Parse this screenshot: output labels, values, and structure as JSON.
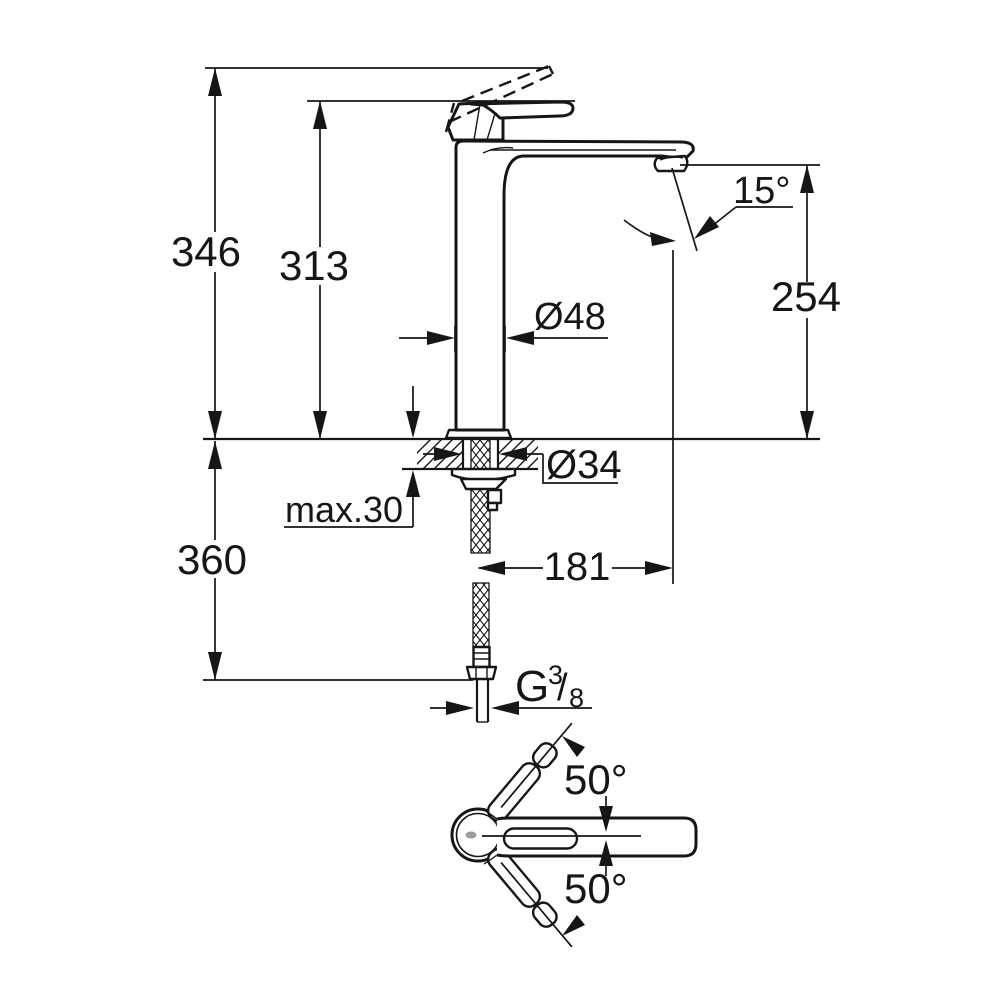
{
  "colors": {
    "line": "#161616",
    "background": "#ffffff"
  },
  "dimensions": {
    "overall_height": "346",
    "height_to_spout_top": "313",
    "outlet_height": "254",
    "outlet_angle": "15°",
    "body_diameter": "Ø48",
    "shank_diameter": "Ø34",
    "max_deck_thickness": "max.30",
    "hose_length_below_deck": "360",
    "spout_projection": "181"
  },
  "thread": {
    "prefix": "G",
    "numerator": "3",
    "slash": "/",
    "denominator": "8"
  },
  "handle": {
    "swing_up": "50°",
    "swing_down": "50°"
  }
}
